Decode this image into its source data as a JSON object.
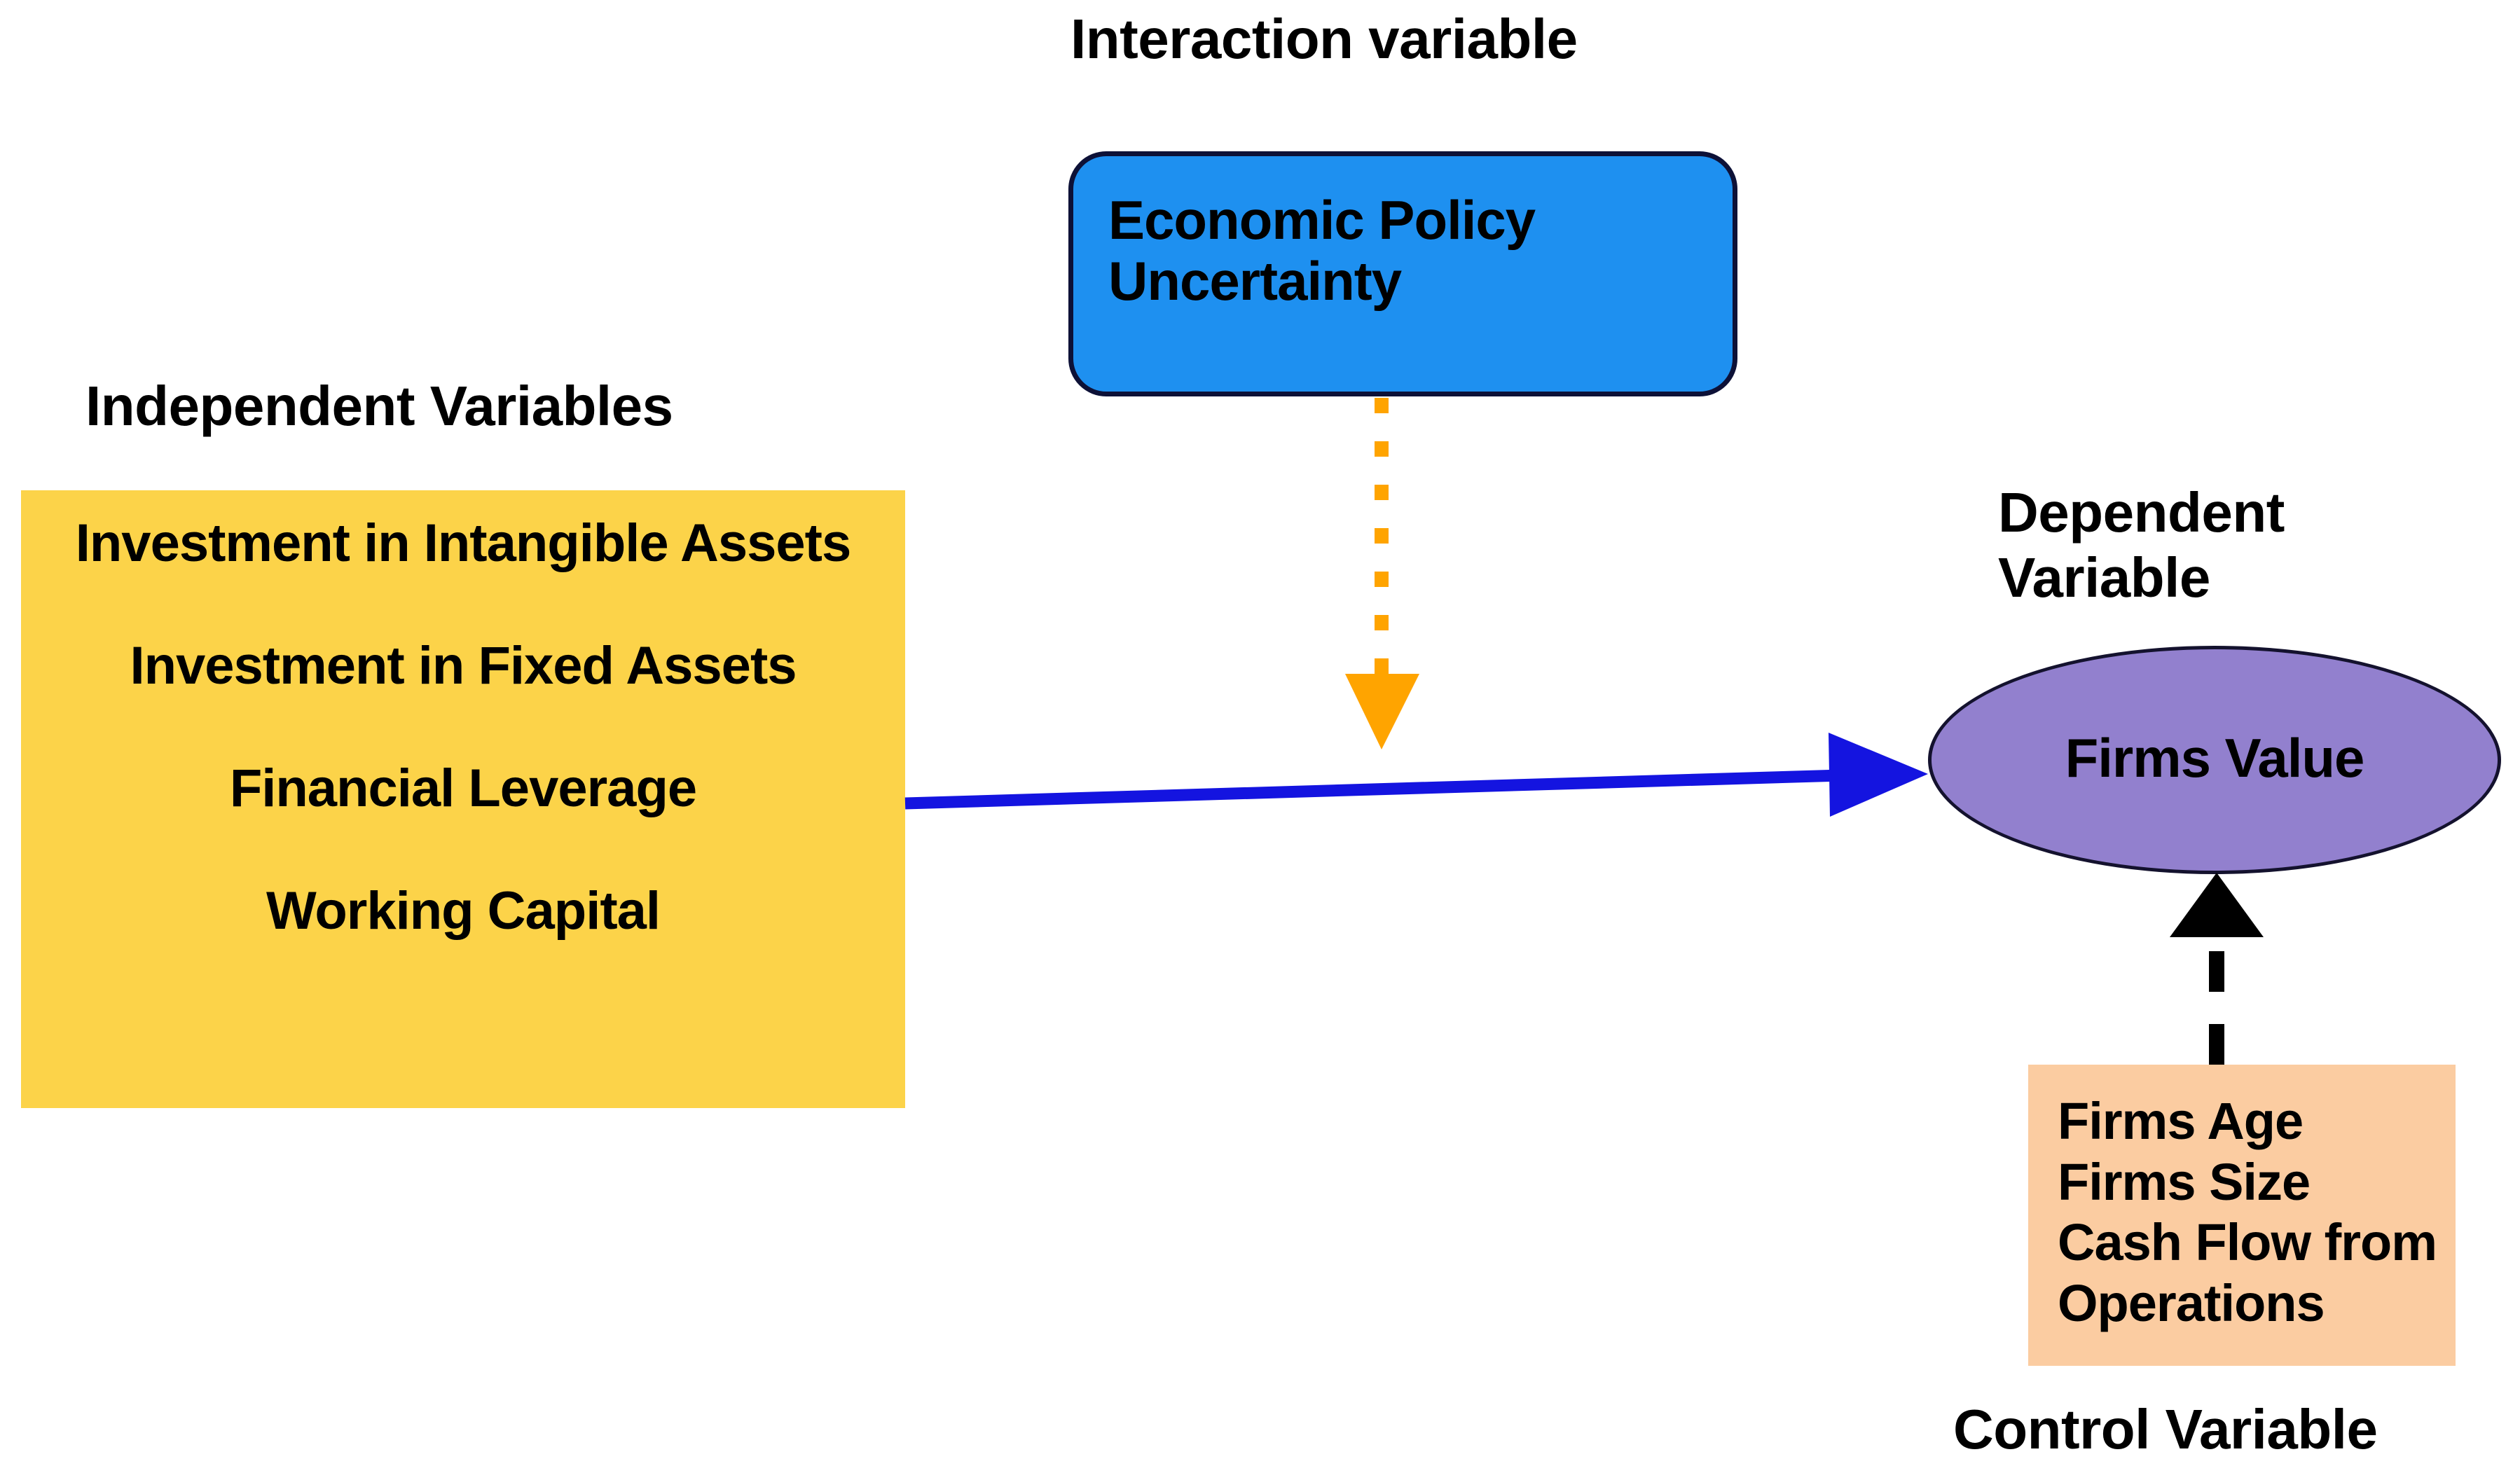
{
  "diagram": {
    "title": "Conceptual framework diagram",
    "background_color": "#ffffff",
    "captions": {
      "interaction": "Interaction variable",
      "independent": "Independent Variables",
      "dependent": "Dependent\nVariable",
      "control": "Control Variable"
    },
    "nodes": {
      "independent": {
        "shape": "rectangle",
        "fill_color": "#FCD349",
        "items": [
          "Investment in Intangible Assets",
          "Investment in Fixed Assets",
          "Financial Leverage",
          "Working Capital"
        ]
      },
      "interaction": {
        "shape": "rounded-rectangle",
        "fill_color": "#1E90F0",
        "border_color": "#0d1137",
        "items": [
          "Economic Policy",
          "Uncertainty"
        ]
      },
      "dependent": {
        "shape": "ellipse",
        "fill_color": "#9280CE",
        "border_color": "#14122e",
        "items": [
          "Firms Value"
        ]
      },
      "control": {
        "shape": "rectangle",
        "fill_color": "#FBCCA1",
        "items": [
          "Firms Age",
          "Firms Size",
          "Cash Flow from",
          "Operations"
        ]
      }
    },
    "connectors": [
      {
        "name": "independent-to-dependent",
        "style": "solid",
        "color": "#1414E0",
        "from": "independent",
        "to": "dependent",
        "arrowhead": "filled-triangle"
      },
      {
        "name": "interaction-moderation",
        "style": "dotted",
        "color": "#FFA400",
        "from": "interaction",
        "to": "independent-to-dependent",
        "arrowhead": "filled-triangle"
      },
      {
        "name": "control-to-dependent",
        "style": "dashed",
        "color": "#000000",
        "from": "control",
        "to": "dependent",
        "arrowhead": "filled-triangle"
      }
    ]
  }
}
